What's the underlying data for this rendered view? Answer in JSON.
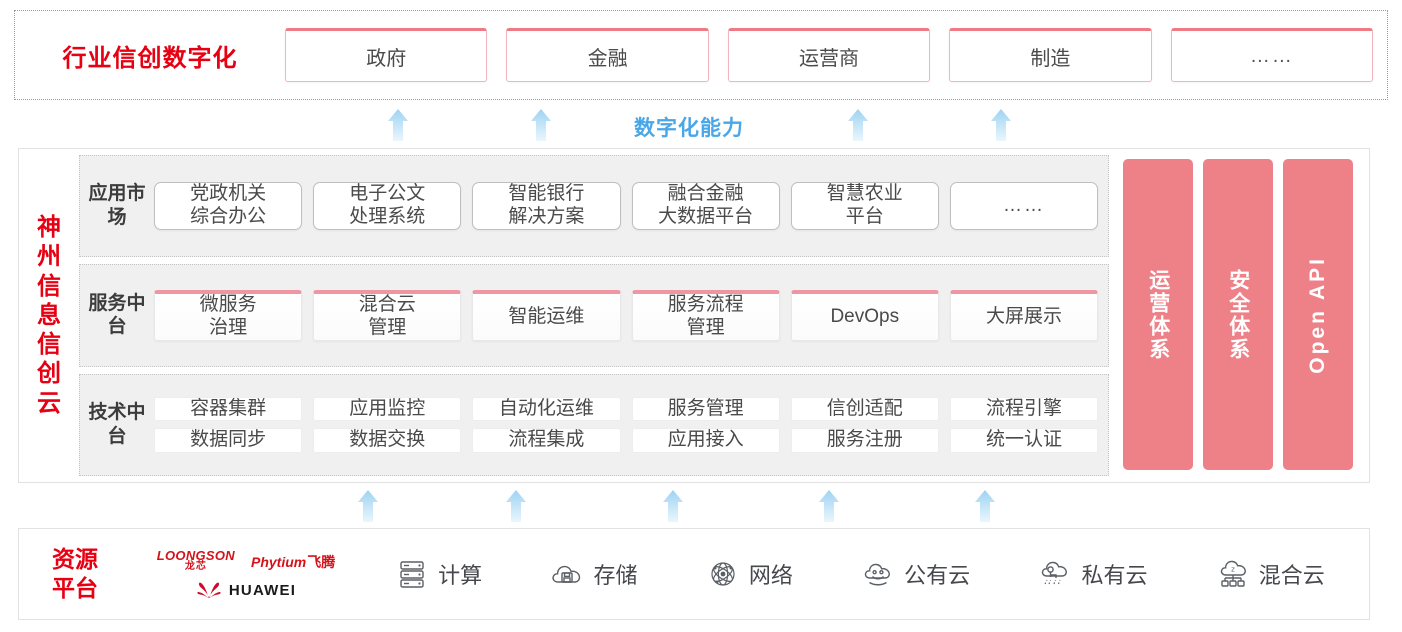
{
  "industry": {
    "title": "行业信创数字化",
    "cards": [
      "政府",
      "金融",
      "运营商",
      "制造",
      "……"
    ]
  },
  "capability_label": "数字化能力",
  "cloud": {
    "title": "神州信息信创云",
    "layers": [
      {
        "label": "应用市场",
        "rows": [
          [
            "党政机关\n综合办公",
            "电子公文\n处理系统",
            "智能银行\n解决方案",
            "融合金融\n大数据平台",
            "智慧农业\n平台",
            "……"
          ]
        ]
      },
      {
        "label": "服务中台",
        "rows": [
          [
            "微服务\n治理",
            "混合云\n管理",
            "智能运维",
            "服务流程\n管理",
            "DevOps",
            "大屏展示"
          ]
        ]
      },
      {
        "label": "技术中台",
        "rows": [
          [
            "容器集群",
            "应用监控",
            "自动化运维",
            "服务管理",
            "信创适配",
            "流程引擎"
          ],
          [
            "数据同步",
            "数据交换",
            "流程集成",
            "应用接入",
            "服务注册",
            "统一认证"
          ]
        ]
      }
    ],
    "pillars": [
      {
        "text": "运营体系",
        "orientation": "cn"
      },
      {
        "text": "安全体系",
        "orientation": "cn"
      },
      {
        "text": "Open API",
        "orientation": "en"
      }
    ]
  },
  "resource": {
    "title": "资源平台",
    "vendors": [
      {
        "name": "LOONGSON",
        "name_cn": "龙芯"
      },
      {
        "name": "Phytium",
        "name_cn": "飞腾"
      },
      {
        "name": "HUAWEI",
        "name_cn": ""
      }
    ],
    "items": [
      {
        "label": "计算",
        "icon": "server-icon"
      },
      {
        "label": "存储",
        "icon": "cloud-storage-icon"
      },
      {
        "label": "网络",
        "icon": "network-icon"
      },
      {
        "label": "公有云",
        "icon": "public-cloud-icon"
      },
      {
        "label": "私有云",
        "icon": "private-cloud-icon"
      },
      {
        "label": "混合云",
        "icon": "hybrid-cloud-icon"
      }
    ]
  },
  "colors": {
    "brand_red": "#E60012",
    "pillar_red": "#EE8088",
    "card_border_pink": "#F3B5BC",
    "arrow_blue": "#A8D8F5",
    "capability_blue": "#49A7E8"
  }
}
